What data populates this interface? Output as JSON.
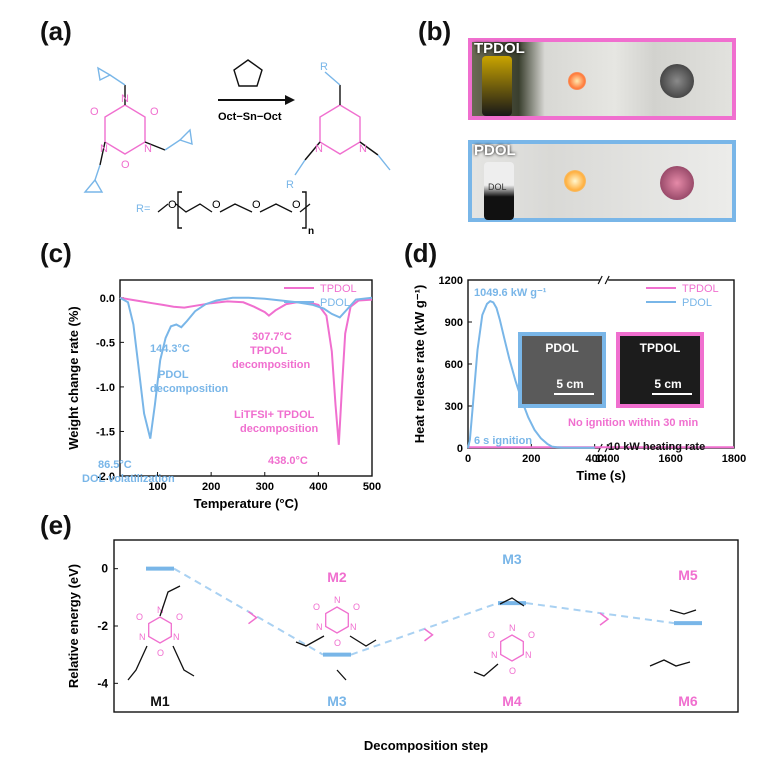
{
  "panels": {
    "a": "(a)",
    "b": "(b)",
    "c": "(c)",
    "d": "(d)",
    "e": "(e)"
  },
  "colors": {
    "tpdol": "#f06fcf",
    "pdol": "#79b6e8",
    "axis": "#111111"
  },
  "panel_a": {
    "catalyst": "Oct−Sn−Oct",
    "r_label": "R=",
    "r_atoms": [
      "O",
      "O",
      "O",
      "O"
    ],
    "repeat_index": "n",
    "core_atoms": [
      "O",
      "N",
      "O",
      "N",
      "N",
      "O"
    ],
    "product_r": "R"
  },
  "panel_b": {
    "tpdol_label": "TPDOL",
    "pdol_label": "PDOL",
    "vial_text": "DOL"
  },
  "chart_data": [
    {
      "id": "c",
      "type": "line",
      "xlabel": "Temperature (°C)",
      "ylabel": "Weight change rate (%)",
      "xlim": [
        30,
        500
      ],
      "ylim": [
        -2.0,
        0.2
      ],
      "xticks": [
        100,
        200,
        300,
        400,
        500
      ],
      "yticks": [
        0.0,
        -0.5,
        -1.0,
        -1.5,
        -2.0
      ],
      "legend_position": "top-right",
      "series": [
        {
          "name": "TPDOL",
          "color": "#f06fcf",
          "x": [
            30,
            50,
            70,
            90,
            110,
            130,
            150,
            170,
            200,
            230,
            260,
            280,
            300,
            307.7,
            320,
            340,
            360,
            380,
            400,
            415,
            425,
            432,
            438,
            444,
            450,
            460,
            475,
            500
          ],
          "y": [
            0.0,
            -0.02,
            -0.04,
            -0.06,
            -0.08,
            -0.1,
            -0.11,
            -0.09,
            -0.06,
            -0.04,
            -0.05,
            -0.1,
            -0.16,
            -0.2,
            -0.14,
            -0.07,
            -0.05,
            -0.05,
            -0.08,
            -0.2,
            -0.6,
            -1.2,
            -1.65,
            -1.0,
            -0.4,
            -0.1,
            -0.03,
            -0.02
          ]
        },
        {
          "name": "PDOL",
          "color": "#79b6e8",
          "x": [
            30,
            45,
            55,
            65,
            75,
            86.5,
            95,
            105,
            115,
            125,
            135,
            144.3,
            155,
            170,
            190,
            210,
            240,
            270,
            300,
            330,
            360,
            390,
            410,
            425,
            440,
            455,
            470,
            500
          ],
          "y": [
            0.0,
            -0.05,
            -0.3,
            -0.8,
            -1.3,
            -1.58,
            -1.2,
            -0.7,
            -0.45,
            -0.32,
            -0.3,
            -0.33,
            -0.26,
            -0.15,
            -0.07,
            -0.03,
            0.0,
            0.0,
            -0.01,
            -0.03,
            -0.05,
            -0.08,
            -0.12,
            -0.18,
            -0.22,
            -0.12,
            -0.02,
            0.0
          ]
        }
      ],
      "annotations": [
        {
          "text": "86.5°C",
          "color": "#79b6e8"
        },
        {
          "text": "DOL volatilization",
          "color": "#79b6e8"
        },
        {
          "text": "144.3°C",
          "color": "#79b6e8"
        },
        {
          "text": "PDOL",
          "color": "#79b6e8"
        },
        {
          "text": "decomposition",
          "color": "#79b6e8"
        },
        {
          "text": "307.7°C",
          "color": "#f06fcf"
        },
        {
          "text": "TPDOL",
          "color": "#f06fcf"
        },
        {
          "text": "decomposition",
          "color": "#f06fcf"
        },
        {
          "text": "LiTFSI+ TPDOL",
          "color": "#f06fcf"
        },
        {
          "text": "decomposition",
          "color": "#f06fcf"
        },
        {
          "text": "438.0°C",
          "color": "#f06fcf"
        }
      ]
    },
    {
      "id": "d",
      "type": "line",
      "xlabel": "Time (s)",
      "ylabel": "Heat release rate (kW g⁻¹)",
      "xlim": [
        0,
        1800
      ],
      "axis_break": [
        430,
        1390
      ],
      "ylim": [
        0,
        1200
      ],
      "xticks": [
        0,
        200,
        400,
        1400,
        1600,
        1800
      ],
      "yticks": [
        0,
        300,
        600,
        900,
        1200
      ],
      "legend_position": "top-right",
      "series": [
        {
          "name": "TPDOL",
          "color": "#f06fcf",
          "x": [
            0,
            100,
            200,
            300,
            400,
            430,
            1390,
            1500,
            1600,
            1700,
            1800
          ],
          "y": [
            5,
            5,
            5,
            5,
            5,
            5,
            5,
            5,
            5,
            5,
            5
          ]
        },
        {
          "name": "PDOL",
          "color": "#79b6e8",
          "x": [
            0,
            6,
            15,
            30,
            45,
            60,
            70,
            80,
            90,
            100,
            115,
            130,
            150,
            170,
            190,
            210,
            230,
            250,
            265,
            280,
            300,
            350,
            400
          ],
          "y": [
            0,
            60,
            300,
            700,
            950,
            1030,
            1049.6,
            1040,
            1000,
            920,
            780,
            640,
            480,
            340,
            220,
            130,
            70,
            30,
            10,
            5,
            3,
            2,
            2
          ]
        }
      ],
      "annotations": [
        {
          "text": "1049.6 kW g⁻¹",
          "color": "#79b6e8"
        },
        {
          "text": "6 s ignition",
          "color": "#79b6e8"
        },
        {
          "text": "No ignition within 30 min",
          "color": "#f06fcf"
        },
        {
          "text": "10 kW heating rate",
          "color": "#111111"
        }
      ],
      "insets": [
        {
          "label": "PDOL",
          "scale": "5 cm"
        },
        {
          "label": "TPDOL",
          "scale": "5 cm"
        }
      ]
    },
    {
      "id": "e",
      "type": "scatter",
      "xlabel": "Decomposition step",
      "ylabel": "Relative energy (eV)",
      "ylim": [
        -5,
        1
      ],
      "yticks": [
        0,
        -2,
        -4
      ],
      "levels": [
        {
          "step": 1,
          "energy": 0.0,
          "color": "#79b6e8"
        },
        {
          "step": 2,
          "energy": -3.0,
          "color": "#79b6e8"
        },
        {
          "step": 3,
          "energy": -1.2,
          "color": "#79b6e8"
        },
        {
          "step": 4,
          "energy": -1.9,
          "color": "#79b6e8"
        }
      ],
      "species": [
        "M1",
        "M2",
        "M3",
        "M3",
        "M4",
        "M5",
        "M6"
      ],
      "atoms": [
        "O",
        "N",
        "O",
        "N",
        "N",
        "O"
      ]
    }
  ]
}
